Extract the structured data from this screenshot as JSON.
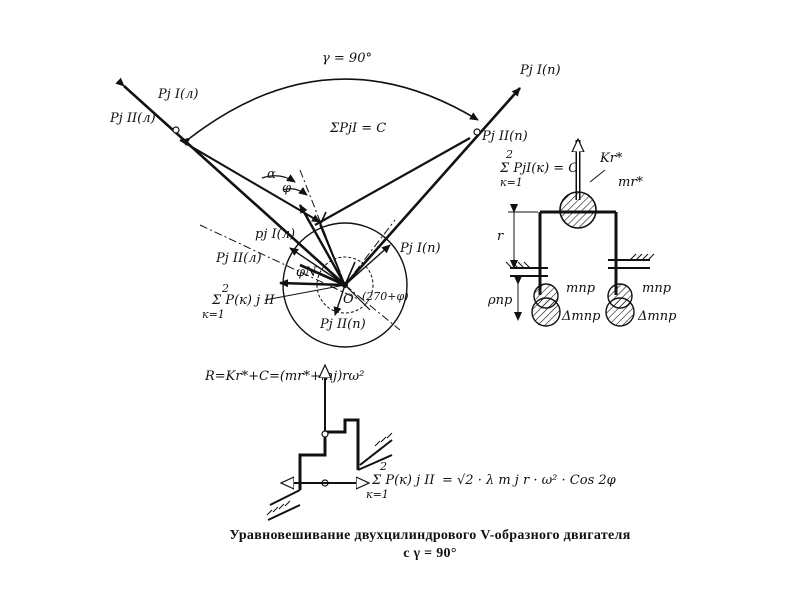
{
  "diagram": {
    "gamma_label": "γ = 90°",
    "sum_top_label": "ΣPjI = C",
    "alpha_label": "α",
    "phi_label": "φ",
    "phi_n_label": "φN",
    "origin_label": "O",
    "angle_label": "(270+φ)",
    "force_labels": {
      "pjI_l_top": "Pj I(л)",
      "pjII_l_left": "Pj II(л)",
      "pjI_n_top": "Pj I(п)",
      "pjII_n_right": "Pj II(п)",
      "pjI_l_inner": "pj I(л)",
      "pjII_l_inner": "Pj II(л)",
      "pjI_n_inner": "Pj I(п)",
      "pjII_n_bottom": "Pj II(п)",
      "sum_pjII_left": "Σ P(к) j II",
      "sum_k_index": "к=1",
      "sum_top_index": "2"
    },
    "crank_panel": {
      "sum_label": "Σ PjI(к) = C",
      "sum_index_bottom": "к=1",
      "sum_index_top": "2",
      "kr_label": "Kr*",
      "mr_label": "mr*",
      "r_label": "r",
      "rho_label": "ρпр",
      "m_left": "mпр",
      "m_right": "mпр",
      "dm_left": "Δmпр",
      "dm_right": "Δmпр"
    },
    "bottom_panel": {
      "r_formula": "R=Kr*+C=(mr*+mj)rω²",
      "sum_formula_sigma": "Σ P(к) j II",
      "sum_formula_index": "к=1",
      "sum_formula_top": "2",
      "sum_formula_rhs": "= √2 · λ m j r · ω² · Cos 2φ"
    }
  },
  "caption": {
    "line1": "Уравновешивание двухцилиндрового V-образного двигателя",
    "line2": "с γ = 90°"
  }
}
